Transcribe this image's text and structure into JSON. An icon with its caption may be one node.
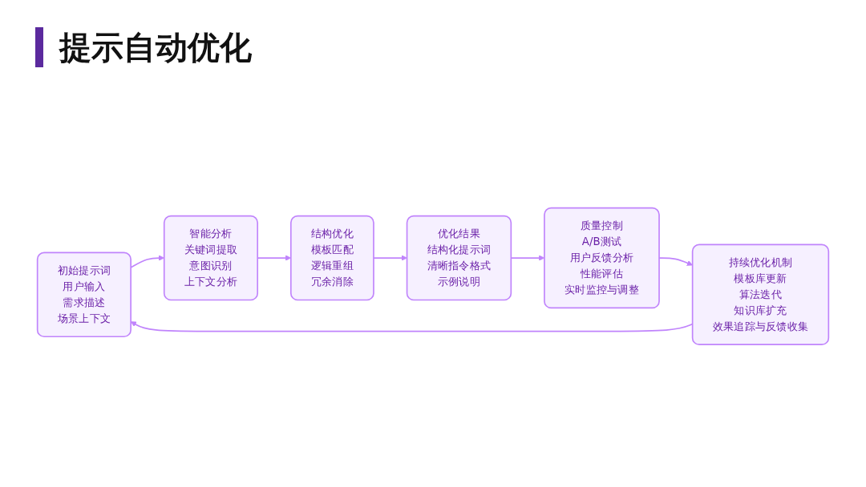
{
  "diagram": {
    "title": "提示自动优化",
    "nodes": [
      {
        "text": [
          "初始提示词",
          "用户输入",
          "需求描述",
          "场景上下文"
        ]
      },
      {
        "text": [
          "智能分析",
          "关键词提取",
          "意图识别",
          "上下文分析"
        ]
      },
      {
        "text": [
          "结构优化",
          "模板匹配",
          "逻辑重组",
          "冗余消除"
        ]
      },
      {
        "text": [
          "优化结果",
          "结构化提示词",
          "清晰指令格式",
          "示例说明"
        ]
      },
      {
        "text": [
          "质量控制",
          "A/B测试",
          "用户反馈分析",
          "性能评估",
          "实时监控与调整"
        ]
      },
      {
        "text": [
          "持续优化机制",
          "模板库更新",
          "算法迭代",
          "知识库扩充",
          "效果追踪与反馈收集"
        ]
      }
    ],
    "edges": [
      {
        "from": 0,
        "to": 1,
        "arrow": "to"
      },
      {
        "from": 1,
        "to": 2,
        "arrow": "to"
      },
      {
        "from": 2,
        "to": 3,
        "arrow": "to"
      },
      {
        "from": 3,
        "to": 4,
        "arrow": "to"
      },
      {
        "from": 4,
        "to": 5,
        "arrow": "to"
      },
      {
        "from": 5,
        "to": 0,
        "arrow": "to"
      }
    ]
  }
}
